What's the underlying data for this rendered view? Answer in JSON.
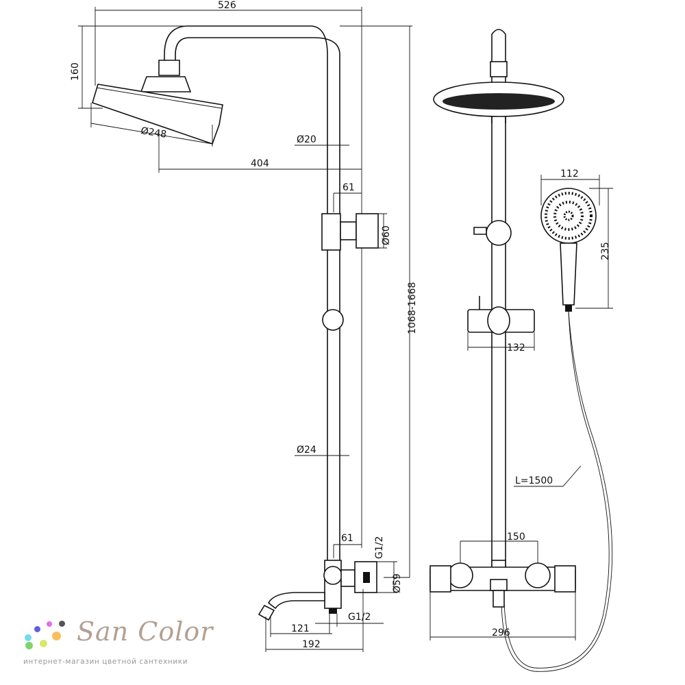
{
  "dimensions": {
    "total_width": "526",
    "head_height": "160",
    "head_diameter": "Ø248",
    "upper_pipe_diameter": "Ø20",
    "arm_reach": "404",
    "upper_offset": "61",
    "holder_diameter": "Ø60",
    "height_range": "1068-1668",
    "lower_pipe_diameter": "Ø24",
    "lower_offset": "61",
    "inlet_thread": "G1/2",
    "escutcheon_diameter": "Ø59",
    "outlet_thread": "G1/2",
    "spout_reach": "121",
    "spout_total": "192",
    "hand_shower_width": "112",
    "hand_shower_length": "235",
    "slider_width": "132",
    "hose_length": "L=1500",
    "inlet_spacing": "150",
    "mixer_width": "296"
  },
  "logo": {
    "name": "San Color",
    "tagline": "интернет-магазин цветной сантехники",
    "dot_colors": [
      "#5b5fe0",
      "#e86be8",
      "#555555",
      "#6fdcf0",
      "#f7c05a",
      "#7fd46a",
      "#d9e86a"
    ],
    "text_color": "#b3a093"
  }
}
